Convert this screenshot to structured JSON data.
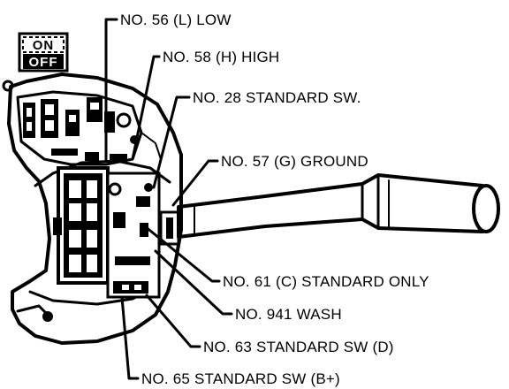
{
  "switch_badge": {
    "on": "ON",
    "off": "OFF"
  },
  "labels": [
    {
      "id": "no56",
      "text": "NO. 56 (L) LOW"
    },
    {
      "id": "no58",
      "text": "NO. 58 (H) HIGH"
    },
    {
      "id": "no28",
      "text": "NO. 28 STANDARD SW."
    },
    {
      "id": "no57",
      "text": "NO. 57 (G) GROUND"
    },
    {
      "id": "no61",
      "text": "NO. 61 (C) STANDARD ONLY"
    },
    {
      "id": "no941",
      "text": "NO. 941 WASH"
    },
    {
      "id": "no63",
      "text": "NO. 63 STANDARD SW (D)"
    },
    {
      "id": "no65",
      "text": "NO. 65 STANDARD SW (B+)"
    }
  ]
}
